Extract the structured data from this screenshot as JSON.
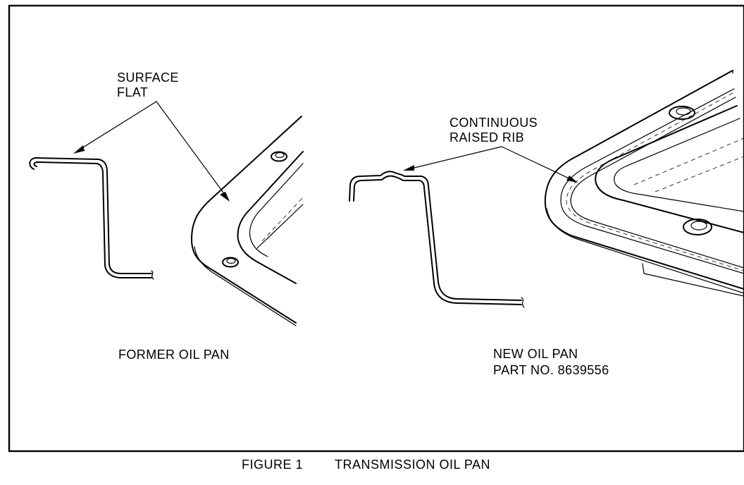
{
  "labels": {
    "surface_flat_line1": "SURFACE",
    "surface_flat_line2": "FLAT",
    "raised_rib_line1": "CONTINUOUS",
    "raised_rib_line2": "RAISED RIB",
    "former_pan": "FORMER OIL PAN",
    "new_pan_line1": "NEW OIL PAN",
    "new_pan_line2": "PART NO. 8639556"
  },
  "caption": {
    "figure_number": "FIGURE 1",
    "title": "TRANSMISSION OIL PAN"
  }
}
